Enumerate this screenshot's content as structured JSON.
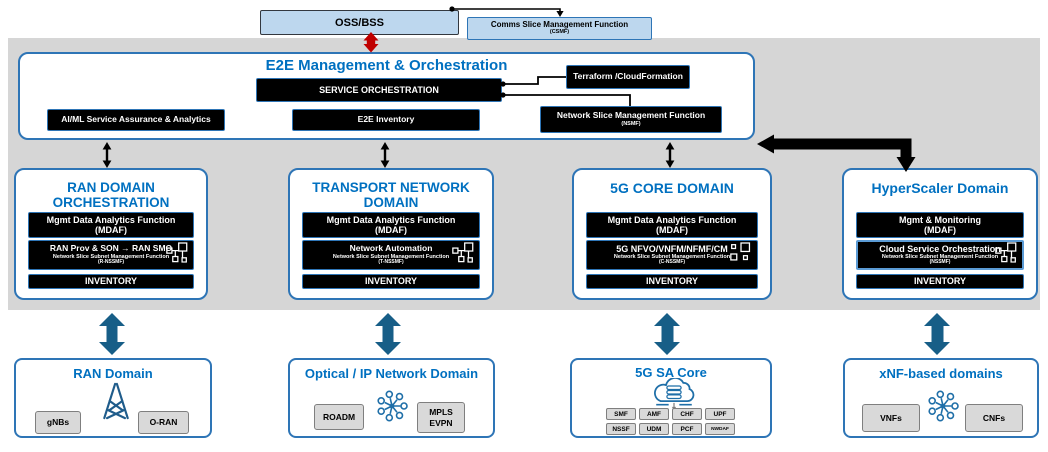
{
  "top": {
    "oss_bss_label": "OSS/BSS",
    "csmf_title": "Comms Slice Management Function",
    "csmf_sub": "(CSMF)"
  },
  "e2e": {
    "title": "E2E Management & Orchestration",
    "service_orchestration_label": "SERVICE ORCHESTRATION",
    "terraform_label": "Terraform /CloudFormation",
    "aiml_label": "AI/ML Service Assurance & Analytics",
    "e2e_inventory_label": "E2E Inventory",
    "nsmf_title": "Network Slice Management Function",
    "nsmf_sub": "(NSMF)"
  },
  "orchestration_domains": [
    {
      "title": "RAN DOMAIN ORCHESTRATION",
      "mdaf_title": "Mgmt Data Analytics Function",
      "mdaf_sub": "(MDAF)",
      "nssmf_title": "RAN Prov & SON → RAN SMO",
      "nssmf_sub1": "Network Slice Subnet Management Function",
      "nssmf_sub2": "(R-NSSMF)",
      "inventory_label": "INVENTORY"
    },
    {
      "title": "TRANSPORT NETWORK DOMAIN",
      "mdaf_title": "Mgmt Data Analytics Function",
      "mdaf_sub": "(MDAF)",
      "nssmf_title": "Network Automation",
      "nssmf_sub1": "Network Slice Subnet Management Function",
      "nssmf_sub2": "(T-NSSMF)",
      "inventory_label": "INVENTORY"
    },
    {
      "title": "5G CORE DOMAIN",
      "mdaf_title": "Mgmt Data Analytics Function",
      "mdaf_sub": "(MDAF)",
      "nssmf_title": "5G NFVO/VNFM/NFMF/CM",
      "nssmf_sub1": "Network Slice Subnet Management Function",
      "nssmf_sub2": "(C-NSSMF)",
      "inventory_label": "INVENTORY"
    },
    {
      "title": "HyperScaler Domain",
      "mdaf_title": "Mgmt & Monitoring",
      "mdaf_sub": "(MDAF)",
      "nssmf_title": "Cloud Service Orchestration",
      "nssmf_sub1": "Network Slice Subnet Management Function",
      "nssmf_sub2": "(NSSMF)",
      "inventory_label": "INVENTORY"
    }
  ],
  "network_domains": [
    {
      "title": "RAN Domain",
      "item1": "gNBs",
      "item2": "O-RAN"
    },
    {
      "title": "Optical / IP Network Domain",
      "item1": "ROADM",
      "item2": "MPLS EVPN"
    },
    {
      "title": "5G SA Core",
      "nf_row1": [
        "SMF",
        "AMF",
        "CHF",
        "UPF"
      ],
      "nf_row2": [
        "NSSF",
        "UDM",
        "PCF",
        "NWDAF"
      ]
    },
    {
      "title": "xNF-based domains",
      "item1": "VNFs",
      "item2": "CNFs"
    }
  ],
  "colors": {
    "accent_blue": "#0070c0",
    "box_border_blue": "#2e75b6",
    "light_blue_fill": "#bdd7ee",
    "gray_background": "#d6d6d6",
    "red_arrow": "#c00000",
    "steel_blue_arrow": "#175e87",
    "bar_black": "#000000"
  }
}
